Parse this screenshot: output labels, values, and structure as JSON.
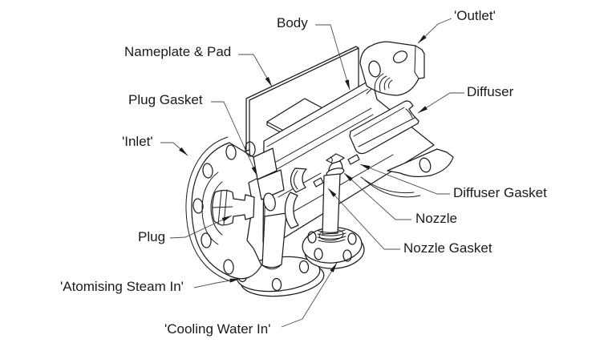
{
  "figure_type": "exploded-technical-diagram",
  "subject": "steam atomising desuperheater cutaway",
  "colors": {
    "line": "#1c1c1c",
    "leader": "#4d4d4d",
    "text": "#1a1a1a",
    "background": "#ffffff"
  },
  "labels": {
    "body": "Body",
    "outlet": "'Outlet'",
    "nameplate": "Nameplate & Pad",
    "plug_gasket": "Plug Gasket",
    "diffuser": "Diffuser",
    "inlet": "'Inlet'",
    "diffuser_gasket": "Diffuser Gasket",
    "nozzle": "Nozzle",
    "plug": "Plug",
    "nozzle_gasket": "Nozzle Gasket",
    "atomising": "'Atomising Steam In'",
    "cooling": "'Cooling Water In'"
  }
}
